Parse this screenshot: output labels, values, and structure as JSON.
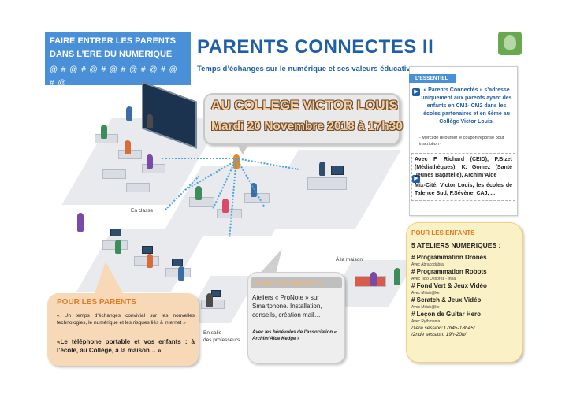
{
  "header": {
    "box_line1": "FAIRE ENTRER LES PARENTS",
    "box_line2": "DANS L’ERE DU NUMERIQUE",
    "box_symbols": "@ # @ # @ # @ # @ # @ # @ # @",
    "title": "PARENTS CONNECTES II",
    "subtitle": "Temps d’échanges sur le numérique et ses valeurs éducatives"
  },
  "venue": {
    "name": "AU COLLEGE VICTOR LOUIS",
    "date": "Mardi 20 Novembre 2018 à 17h30"
  },
  "essentiel": {
    "heading": "L’ESSENTIEL",
    "intro": "« Parents Connectés » s’adresse uniquement aux parents ayant des enfants en CM1- CM2 dans les écoles partenaires et en 6ème au Collège Victor Louis.",
    "note": "- Merci de retourner le coupon réponse pour inscription -",
    "partners1": "Avec F. Richard (CEID), P.Bizet (Médiathèques), K. Gomez (Santé Jeunes Bagatelle), Archim’Aide",
    "partners2": "Mix-Cité, Victor Louis, les écoles de Talence Sud, F.Sévène, CAJ, ..."
  },
  "labels": {
    "classe": "En classe",
    "maison": "À la maison",
    "salle_line1": "En salle",
    "salle_line2": "des professeurs"
  },
  "parents_left": {
    "title": "POUR LES PARENTS",
    "text1": "« Un temps d’échanges convivial sur les nouvelles technologies, le numérique et les risques liés à internet »",
    "text2": "«Le téléphone portable et vos enfants : à l’école, au Collège, à la maison… »"
  },
  "parents_mid": {
    "title": "POUR LES PARENTS",
    "body": "Ateliers « ProNote » sur Smartphone. Installation, conseils, création mail…",
    "credit": "Avec les bénévoles de l’association « Archim’Aide Kedge »"
  },
  "enfants": {
    "title": "POUR LES ENFANTS",
    "subtitle": "5 ATELIERS NUMERIQUES :",
    "items": [
      {
        "label": "# Programmation Drones",
        "avec": "Avec Abracodabra"
      },
      {
        "label": "# Programmation Robots",
        "avec": "Avec Tibo Desprez - Inria"
      },
      {
        "label": "# Fond Vert & Jeux Vidéo",
        "avec": "Avec Milish@ke"
      },
      {
        "label": "# Scratch & Jeux Vidéo",
        "avec": "Avec Milish@ke"
      },
      {
        "label": "# Leçon de Guitar Hero",
        "avec": "Avec Rythmania"
      }
    ],
    "session1": "/1ère session:17h45-18h45/",
    "session2": "/2nde session: 19h-20h/"
  }
}
